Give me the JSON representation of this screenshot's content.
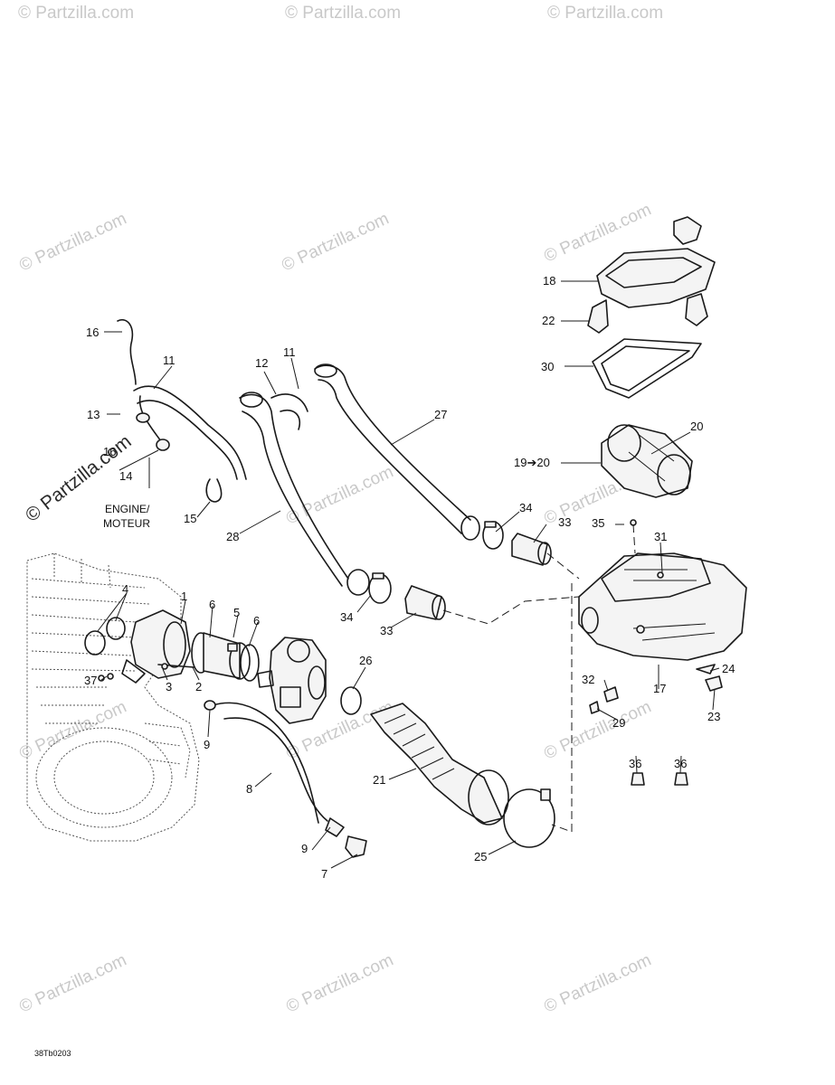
{
  "watermark": {
    "text": "© Partzilla.com",
    "prominent_text": "© Partzilla.com"
  },
  "engine_label": {
    "line1": "ENGINE/",
    "line2": "MOTEUR"
  },
  "reference_code": "38Tb0203",
  "callouts": {
    "c1": "1",
    "c2": "2",
    "c3": "3",
    "c4": "4",
    "c5": "5",
    "c6a": "6",
    "c6b": "6",
    "c7": "7",
    "c8": "8",
    "c9a": "9",
    "c9b": "9",
    "c11a": "11",
    "c11b": "11",
    "c12": "12",
    "c13": "13",
    "c14": "14",
    "c15": "15",
    "c16a": "16",
    "c16b": "16",
    "c17": "17",
    "c18": "18",
    "c19": "19➔20",
    "c20": "20",
    "c21": "21",
    "c22": "22",
    "c23": "23",
    "c24": "24",
    "c25": "25",
    "c26": "26",
    "c27": "27",
    "c28": "28",
    "c29": "29",
    "c30": "30",
    "c31": "31",
    "c32": "32",
    "c33a": "33",
    "c33b": "33",
    "c34a": "34",
    "c34b": "34",
    "c35": "35",
    "c36a": "36",
    "c36b": "36",
    "c37": "37"
  },
  "colors": {
    "ink": "#1a1a1a",
    "watermark": "#c9c9c9"
  }
}
